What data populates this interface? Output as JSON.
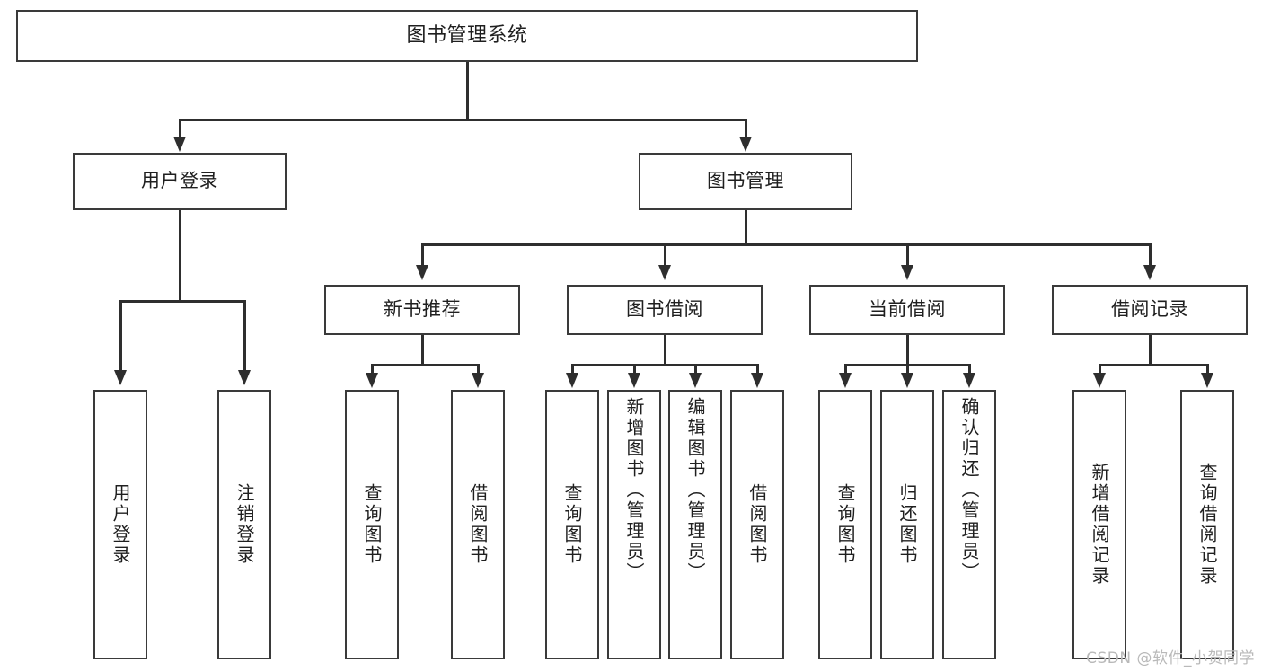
{
  "diagram": {
    "title": "图书管理系统",
    "type": "tree",
    "root": {
      "label": "图书管理系统"
    },
    "level1": [
      {
        "label": "用户登录"
      },
      {
        "label": "图书管理"
      }
    ],
    "level2": [
      {
        "label": "新书推荐"
      },
      {
        "label": "图书借阅"
      },
      {
        "label": "当前借阅"
      },
      {
        "label": "借阅记录"
      }
    ],
    "leaves": {
      "user_login": [
        {
          "label": "用户登录"
        },
        {
          "label": "注销登录"
        }
      ],
      "new_book_recommend": [
        {
          "label": "查询图书"
        },
        {
          "label": "借阅图书"
        }
      ],
      "book_borrow": [
        {
          "label": "查询图书"
        },
        {
          "label": "新增图书（管理员）"
        },
        {
          "label": "编辑图书（管理员）"
        },
        {
          "label": "借阅图书"
        }
      ],
      "current_borrow": [
        {
          "label": "查询图书"
        },
        {
          "label": "归还图书"
        },
        {
          "label": "确认归还（管理员）"
        }
      ],
      "borrow_record": [
        {
          "label": "新增借阅记录"
        },
        {
          "label": "查询借阅记录"
        }
      ]
    }
  },
  "watermark": {
    "text": "CSDN @软件_小贺同学"
  },
  "colors": {
    "box_border": "#3a3a3a",
    "line": "#2e2e2e",
    "text": "#1f1f1f",
    "background": "#ffffff",
    "watermark": "#b9b9b9"
  }
}
